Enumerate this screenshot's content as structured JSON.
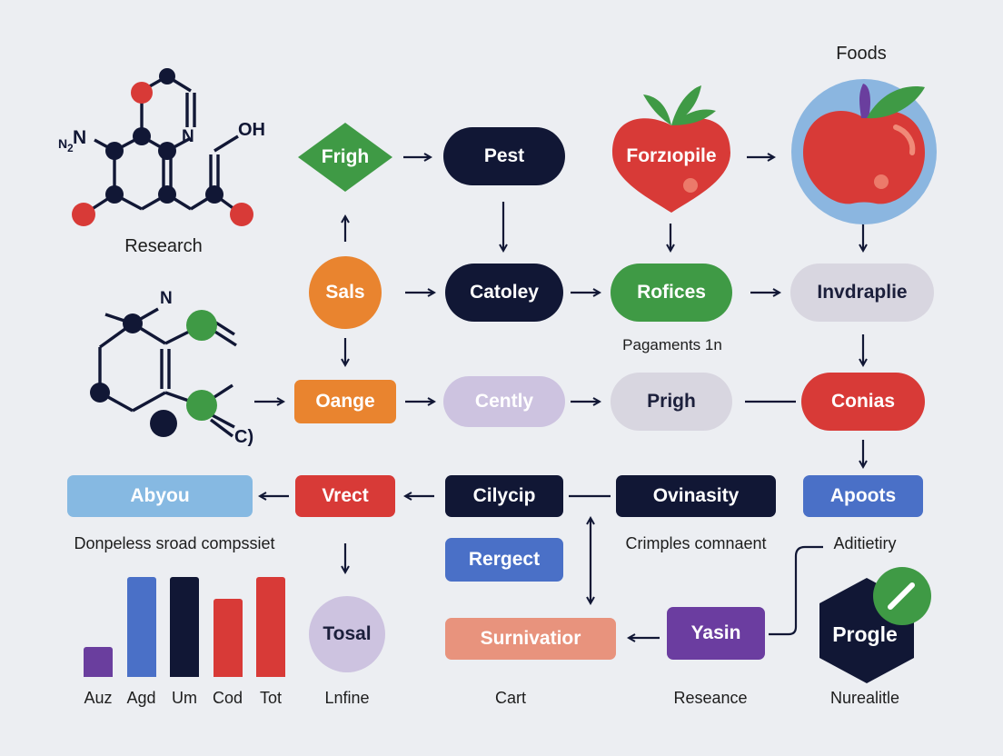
{
  "labels": {
    "research": "Research",
    "foods": "Foods",
    "pagaments": "Pagaments 1n",
    "donpeless": "Donpeless sroad compssiet",
    "crimples": "Crimples comnaent",
    "aditietiry": "Aditietiry",
    "lnfine": "Lnfine",
    "cart": "Cart",
    "reseance": "Reseance",
    "nurealitle": "Nurealitle"
  },
  "molecules": {
    "n2": "N",
    "n2_sub": "2",
    "n_top": "N",
    "oh": "OH",
    "n_mid": "N",
    "cj": "C)"
  },
  "nodes": {
    "frigh": "Frigh",
    "pest": "Pest",
    "forzopile": "Forzıopile",
    "sals": "Sals",
    "catoley": "Catoley",
    "rofices": "Rofices",
    "invdraplie": "Invdraplie",
    "orange": "Oange",
    "cently": "Cently",
    "prigh": "Prigh",
    "conias": "Conias",
    "abyou": "Abyou",
    "vrect": "Vrect",
    "cilycip": "Cilycip",
    "ovinasity": "Ovinasity",
    "apoots": "Apoots",
    "rergect": "Rergect",
    "tosal": "Tosal",
    "surnivatior": "Surnivatior",
    "yasin": "Yasin",
    "progle": "Progle"
  },
  "colors": {
    "navy": "#111735",
    "green": "#3f9a45",
    "red": "#d83a37",
    "orange": "#e9842f",
    "lavender": "#cdc3e0",
    "light_gray": "#d8d6e0",
    "light_blue": "#86b9e2",
    "blue": "#4a70c7",
    "salmon": "#e8937d",
    "purple": "#6b3da0",
    "apple_bg": "#8bb6e0"
  },
  "chart_data": {
    "type": "bar",
    "categories": [
      "Auz",
      "Agd",
      "Um",
      "Cod",
      "Tot"
    ],
    "values": [
      3,
      10,
      10,
      7.8,
      10
    ],
    "colors": [
      "#6a3e9e",
      "#4a70c7",
      "#111735",
      "#d83a37",
      "#d83a37"
    ],
    "ylim": [
      0,
      10
    ],
    "title": "",
    "xlabel": "",
    "ylabel": ""
  }
}
